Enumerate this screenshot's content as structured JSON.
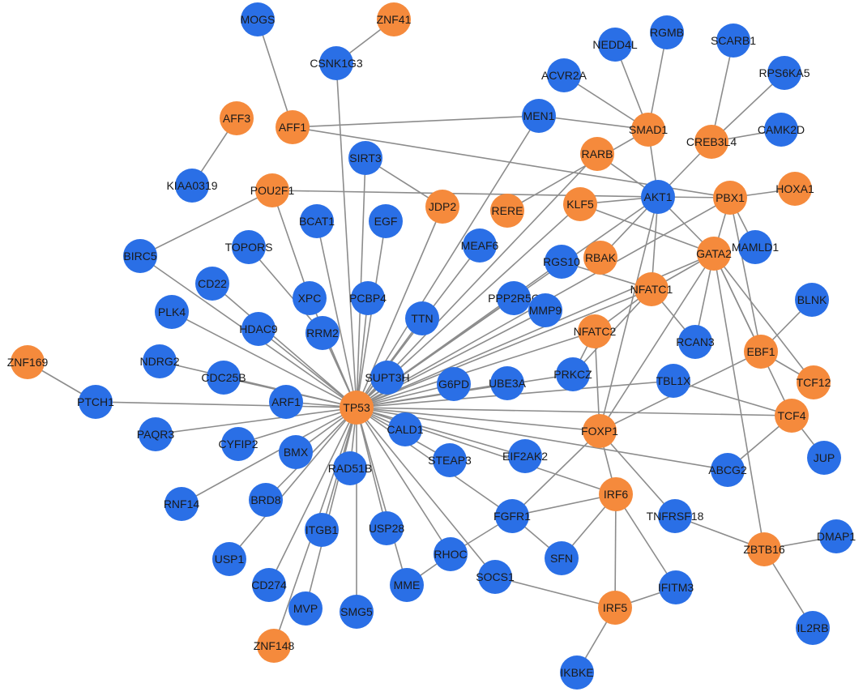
{
  "colors": {
    "tf": "#f58a3c",
    "gene": "#2a6fe6",
    "edge": "#8c8c8c"
  },
  "nodes": [
    {
      "id": "TP53",
      "type": "tf"
    },
    {
      "id": "MOGS",
      "type": "gene"
    },
    {
      "id": "ZNF41",
      "type": "tf"
    },
    {
      "id": "CSNK1G3",
      "type": "gene"
    },
    {
      "id": "AFF3",
      "type": "tf"
    },
    {
      "id": "AFF1",
      "type": "tf"
    },
    {
      "id": "KIAA0319",
      "type": "gene"
    },
    {
      "id": "POU2F1",
      "type": "tf"
    },
    {
      "id": "SIRT3",
      "type": "gene"
    },
    {
      "id": "JDP2",
      "type": "tf"
    },
    {
      "id": "MEN1",
      "type": "gene"
    },
    {
      "id": "NEDD4L",
      "type": "gene"
    },
    {
      "id": "RGMB",
      "type": "gene"
    },
    {
      "id": "SCARB1",
      "type": "gene"
    },
    {
      "id": "RPS6KA5",
      "type": "gene"
    },
    {
      "id": "ACVR2A",
      "type": "gene"
    },
    {
      "id": "SMAD1",
      "type": "tf"
    },
    {
      "id": "CREB3L4",
      "type": "tf"
    },
    {
      "id": "CAMK2D",
      "type": "gene"
    },
    {
      "id": "RARB",
      "type": "tf"
    },
    {
      "id": "RERE",
      "type": "tf"
    },
    {
      "id": "KLF5",
      "type": "tf"
    },
    {
      "id": "AKT1",
      "type": "gene"
    },
    {
      "id": "PBX1",
      "type": "tf"
    },
    {
      "id": "HOXA1",
      "type": "tf"
    },
    {
      "id": "MAMLD1",
      "type": "gene"
    },
    {
      "id": "BCAT1",
      "type": "gene"
    },
    {
      "id": "EGF",
      "type": "gene"
    },
    {
      "id": "MEAF6",
      "type": "gene"
    },
    {
      "id": "RGS10",
      "type": "gene"
    },
    {
      "id": "RBAK",
      "type": "tf"
    },
    {
      "id": "GATA2",
      "type": "tf"
    },
    {
      "id": "BIRC5",
      "type": "gene"
    },
    {
      "id": "TOPORS",
      "type": "gene"
    },
    {
      "id": "CD22",
      "type": "gene"
    },
    {
      "id": "XPC",
      "type": "gene"
    },
    {
      "id": "PCBP4",
      "type": "gene"
    },
    {
      "id": "PPP2R5C",
      "type": "gene"
    },
    {
      "id": "NFATC1",
      "type": "tf"
    },
    {
      "id": "BLNK",
      "type": "gene"
    },
    {
      "id": "PLK4",
      "type": "gene"
    },
    {
      "id": "HDAC9",
      "type": "gene"
    },
    {
      "id": "RRM2",
      "type": "gene"
    },
    {
      "id": "TTN",
      "type": "gene"
    },
    {
      "id": "MMP9",
      "type": "gene"
    },
    {
      "id": "NFATC2",
      "type": "tf"
    },
    {
      "id": "RCAN3",
      "type": "gene"
    },
    {
      "id": "EBF1",
      "type": "tf"
    },
    {
      "id": "ZNF169",
      "type": "tf"
    },
    {
      "id": "NDRG2",
      "type": "gene"
    },
    {
      "id": "CDC25B",
      "type": "gene"
    },
    {
      "id": "SUPT3H",
      "type": "gene"
    },
    {
      "id": "G6PD",
      "type": "gene"
    },
    {
      "id": "UBE3A",
      "type": "gene"
    },
    {
      "id": "PRKCZ",
      "type": "gene"
    },
    {
      "id": "TBL1X",
      "type": "gene"
    },
    {
      "id": "TCF12",
      "type": "tf"
    },
    {
      "id": "PTCH1",
      "type": "gene"
    },
    {
      "id": "ARF1",
      "type": "gene"
    },
    {
      "id": "TCF4",
      "type": "tf"
    },
    {
      "id": "PAQR3",
      "type": "gene"
    },
    {
      "id": "CYFIP2",
      "type": "gene"
    },
    {
      "id": "CALD1",
      "type": "gene"
    },
    {
      "id": "FOXP1",
      "type": "tf"
    },
    {
      "id": "JUP",
      "type": "gene"
    },
    {
      "id": "BMX",
      "type": "gene"
    },
    {
      "id": "RAD51B",
      "type": "gene"
    },
    {
      "id": "STEAP3",
      "type": "gene"
    },
    {
      "id": "EIF2AK2",
      "type": "gene"
    },
    {
      "id": "ABCG2",
      "type": "gene"
    },
    {
      "id": "RNF14",
      "type": "gene"
    },
    {
      "id": "BRD8",
      "type": "gene"
    },
    {
      "id": "IRF6",
      "type": "tf"
    },
    {
      "id": "FGFR1",
      "type": "gene"
    },
    {
      "id": "TNFRSF18",
      "type": "gene"
    },
    {
      "id": "DMAP1",
      "type": "gene"
    },
    {
      "id": "ITGB1",
      "type": "gene"
    },
    {
      "id": "USP28",
      "type": "gene"
    },
    {
      "id": "ZBTB16",
      "type": "tf"
    },
    {
      "id": "USP1",
      "type": "gene"
    },
    {
      "id": "RHOC",
      "type": "gene"
    },
    {
      "id": "SFN",
      "type": "gene"
    },
    {
      "id": "CD274",
      "type": "gene"
    },
    {
      "id": "SOCS1",
      "type": "gene"
    },
    {
      "id": "MME",
      "type": "gene"
    },
    {
      "id": "IFITM3",
      "type": "gene"
    },
    {
      "id": "MVP",
      "type": "gene"
    },
    {
      "id": "SMG5",
      "type": "gene"
    },
    {
      "id": "IRF5",
      "type": "tf"
    },
    {
      "id": "IL2RB",
      "type": "gene"
    },
    {
      "id": "ZNF148",
      "type": "tf"
    },
    {
      "id": "IKBKE",
      "type": "gene"
    }
  ],
  "edges": [
    [
      "MOGS",
      "AFF1"
    ],
    [
      "ZNF41",
      "CSNK1G3"
    ],
    [
      "CSNK1G3",
      "TP53"
    ],
    [
      "AFF3",
      "KIAA0319"
    ],
    [
      "AFF1",
      "MEN1"
    ],
    [
      "AFF1",
      "PBX1"
    ],
    [
      "MEN1",
      "SMAD1"
    ],
    [
      "MEN1",
      "TP53"
    ],
    [
      "NEDD4L",
      "SMAD1"
    ],
    [
      "RGMB",
      "SMAD1"
    ],
    [
      "ACVR2A",
      "SMAD1"
    ],
    [
      "SMAD1",
      "AKT1"
    ],
    [
      "SMAD1",
      "RERE"
    ],
    [
      "SCARB1",
      "CREB3L4"
    ],
    [
      "RPS6KA5",
      "CREB3L4"
    ],
    [
      "CAMK2D",
      "CREB3L4"
    ],
    [
      "CREB3L4",
      "AKT1"
    ],
    [
      "SIRT3",
      "JDP2"
    ],
    [
      "SIRT3",
      "TP53"
    ],
    [
      "POU2F1",
      "AKT1"
    ],
    [
      "POU2F1",
      "BIRC5"
    ],
    [
      "POU2F1",
      "XPC"
    ],
    [
      "JDP2",
      "TP53"
    ],
    [
      "RARB",
      "TP53"
    ],
    [
      "RARB",
      "AKT1"
    ],
    [
      "KLF5",
      "TP53"
    ],
    [
      "KLF5",
      "AKT1"
    ],
    [
      "KLF5",
      "GATA2"
    ],
    [
      "AKT1",
      "PBX1"
    ],
    [
      "AKT1",
      "GATA2"
    ],
    [
      "AKT1",
      "NFATC1"
    ],
    [
      "AKT1",
      "RBAK"
    ],
    [
      "AKT1",
      "FOXP1"
    ],
    [
      "AKT1",
      "TP53"
    ],
    [
      "PBX1",
      "HOXA1"
    ],
    [
      "PBX1",
      "MAMLD1"
    ],
    [
      "PBX1",
      "GATA2"
    ],
    [
      "PBX1",
      "EBF1"
    ],
    [
      "PBX1",
      "TP53"
    ],
    [
      "GATA2",
      "NFATC1"
    ],
    [
      "GATA2",
      "RCAN3"
    ],
    [
      "GATA2",
      "EBF1"
    ],
    [
      "GATA2",
      "TCF12"
    ],
    [
      "GATA2",
      "ZBTB16"
    ],
    [
      "GATA2",
      "FOXP1"
    ],
    [
      "GATA2",
      "TP53"
    ],
    [
      "GATA2",
      "TCF4"
    ],
    [
      "RGS10",
      "NFATC1"
    ],
    [
      "NFATC1",
      "TP53"
    ],
    [
      "NFATC1",
      "RCAN3"
    ],
    [
      "NFATC1",
      "NFATC2"
    ],
    [
      "NFATC2",
      "TP53"
    ],
    [
      "NFATC2",
      "PRKCZ"
    ],
    [
      "NFATC2",
      "FOXP1"
    ],
    [
      "MEAF6",
      "TP53"
    ],
    [
      "RGS10",
      "TP53"
    ],
    [
      "PPP2R5C",
      "TP53"
    ],
    [
      "MMP9",
      "TP53"
    ],
    [
      "BLNK",
      "EBF1"
    ],
    [
      "EBF1",
      "FOXP1"
    ],
    [
      "EBF1",
      "TCF12"
    ],
    [
      "TCF4",
      "TP53"
    ],
    [
      "TCF4",
      "JUP"
    ],
    [
      "TCF4",
      "ABCG2"
    ],
    [
      "TBL1X",
      "TCF4"
    ],
    [
      "BIRC5",
      "TP53"
    ],
    [
      "TOPORS",
      "RRM2"
    ],
    [
      "CD22",
      "TP53"
    ],
    [
      "XPC",
      "TP53"
    ],
    [
      "BCAT1",
      "TP53"
    ],
    [
      "EGF",
      "TP53"
    ],
    [
      "PCBP4",
      "TP53"
    ],
    [
      "TTN",
      "TP53"
    ],
    [
      "PLK4",
      "TP53"
    ],
    [
      "HDAC9",
      "TP53"
    ],
    [
      "RRM2",
      "TP53"
    ],
    [
      "NDRG2",
      "TP53"
    ],
    [
      "CDC25B",
      "TP53"
    ],
    [
      "SUPT3H",
      "TP53"
    ],
    [
      "G6PD",
      "TP53"
    ],
    [
      "UBE3A",
      "TP53"
    ],
    [
      "PRKCZ",
      "TP53"
    ],
    [
      "TBL1X",
      "TP53"
    ],
    [
      "ZNF169",
      "PTCH1"
    ],
    [
      "PTCH1",
      "TP53"
    ],
    [
      "ARF1",
      "TP53"
    ],
    [
      "PAQR3",
      "TP53"
    ],
    [
      "CYFIP2",
      "TP53"
    ],
    [
      "CALD1",
      "TP53"
    ],
    [
      "FOXP1",
      "TP53"
    ],
    [
      "FOXP1",
      "TNFRSF18"
    ],
    [
      "BMX",
      "TP53"
    ],
    [
      "RAD51B",
      "TP53"
    ],
    [
      "STEAP3",
      "TP53"
    ],
    [
      "EIF2AK2",
      "TP53"
    ],
    [
      "ABCG2",
      "TP53"
    ],
    [
      "RNF14",
      "TP53"
    ],
    [
      "BRD8",
      "TP53"
    ],
    [
      "USP1",
      "TP53"
    ],
    [
      "CD274",
      "TP53"
    ],
    [
      "MVP",
      "TP53"
    ],
    [
      "SMG5",
      "TP53"
    ],
    [
      "MME",
      "TP53"
    ],
    [
      "USP28",
      "TP53"
    ],
    [
      "ITGB1",
      "TP53"
    ],
    [
      "ZNF148",
      "TP53"
    ],
    [
      "RHOC",
      "TP53"
    ],
    [
      "SOCS1",
      "TP53"
    ],
    [
      "FGFR1",
      "TP53"
    ],
    [
      "IRF6",
      "TP53"
    ],
    [
      "IRF6",
      "FGFR1"
    ],
    [
      "IRF6",
      "SFN"
    ],
    [
      "IRF6",
      "IFITM3"
    ],
    [
      "IRF6",
      "IRF5"
    ],
    [
      "IRF6",
      "FOXP1"
    ],
    [
      "FGFR1",
      "SFN"
    ],
    [
      "FGFR1",
      "FOXP1"
    ],
    [
      "FGFR1",
      "RHOC"
    ],
    [
      "SOCS1",
      "IRF5"
    ],
    [
      "IRF5",
      "IFITM3"
    ],
    [
      "IRF5",
      "IKBKE"
    ],
    [
      "TNFRSF18",
      "ZBTB16"
    ],
    [
      "ZBTB16",
      "DMAP1"
    ],
    [
      "ZBTB16",
      "IL2RB"
    ],
    [
      "RHOC",
      "MME"
    ],
    [
      "PRKCZ",
      "NFATC1"
    ]
  ]
}
